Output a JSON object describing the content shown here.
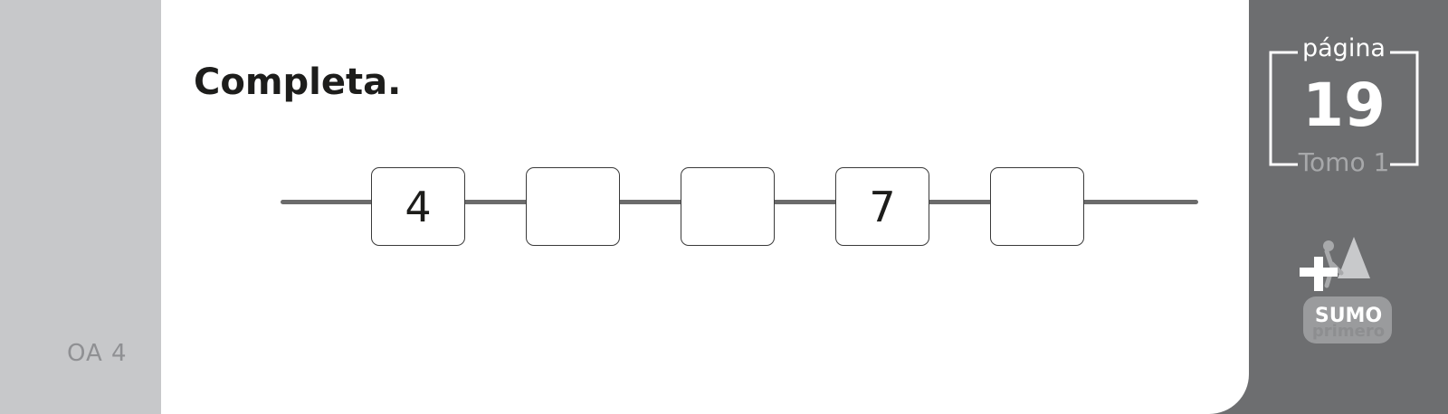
{
  "instruction": "Completa.",
  "sequence": [
    {
      "value": "4"
    },
    {
      "value": ""
    },
    {
      "value": ""
    },
    {
      "value": "7"
    },
    {
      "value": ""
    }
  ],
  "objective_label": "OA 4",
  "page_badge": {
    "word": "página",
    "number": "19",
    "volume": "Tomo 1"
  },
  "logo": {
    "line1": "SUMO",
    "line2": "primero",
    "icon": "plus-triangle-mascot-icon"
  },
  "colors": {
    "left_band": "#c7c8ca",
    "right_band": "#6d6e70",
    "page_bg": "#ffffff",
    "line": "#6b6b6b"
  }
}
